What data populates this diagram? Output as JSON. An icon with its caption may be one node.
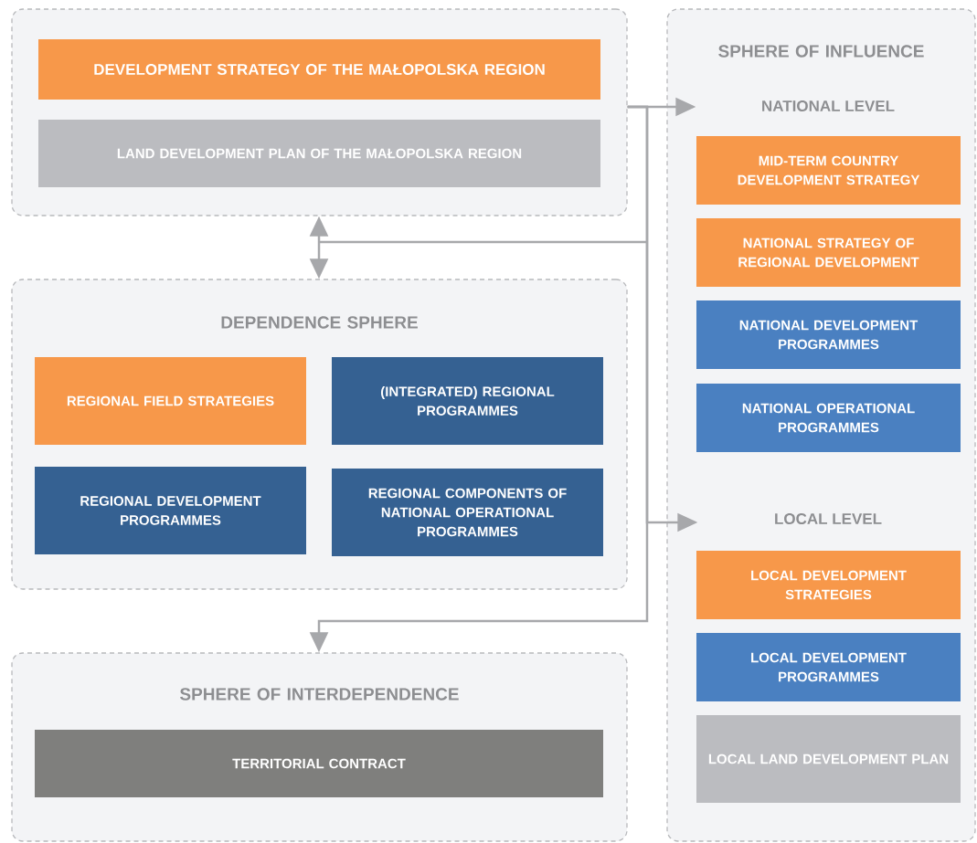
{
  "diagram": {
    "nodes": [
      {
        "text": [],
        "shape": "box"
      },
      {
        "text": [
          "DEVELOPMENT STRATEGY OF THE MAŁOPOLSKA REGION"
        ],
        "in": 0
      },
      {
        "text": [
          "LAND DEVELOPMENT PLAN OF THE MAŁOPOLSKA REGION"
        ],
        "in": 0
      },
      {
        "text": [
          "DEPENDENCE SPHERE"
        ]
      },
      {
        "text": [
          "REGIONAL FIELD STRATEGIES"
        ],
        "in": 3
      },
      {
        "text": [
          "(INTEGRATED) REGIONAL PROGRAMMES"
        ],
        "in": 3
      },
      {
        "text": [
          "REGIONAL DEVELOPMENT PROGRAMMES"
        ],
        "in": 3
      },
      {
        "text": [
          "REGIONAL COMPONENTS OF NATIONAL OPERATIONAL PROGRAMMES"
        ],
        "in": 3
      },
      {
        "text": [
          "SPHERE OF INTERDEPENDENCE"
        ]
      },
      {
        "text": [
          "TERRITORIAL CONTRACT"
        ],
        "in": 8
      },
      {
        "text": [
          "SPHERE OF INFLUENCE"
        ]
      },
      {
        "text": [
          "MID-TERM COUNTRY DEVELOPMENT STRATEGY"
        ],
        "in": 10
      },
      {
        "text": [
          "NATIONAL STRATEGY OF REGIONAL DEVELOPMENT"
        ],
        "in": 10
      },
      {
        "text": [
          "NATIONAL DEVELOPMENT PROGRAMMES"
        ],
        "in": 10
      },
      {
        "text": [
          "NATIONAL OPERATIONAL PROGRAMMES"
        ],
        "in": 10
      },
      {
        "text": [
          "LOCAL DEVELOPMENT STRATEGIES"
        ],
        "in": 10
      },
      {
        "text": [
          "LOCAL DEVELOPMENT PROGRAMMES"
        ],
        "in": 10
      },
      {
        "text": [
          "LOCAL LAND DEVELOPMENT PLAN"
        ],
        "in": 10
      }
    ],
    "edges": [
      {
        "from": 0,
        "to": 10,
        "arrow": "to"
      },
      {
        "from": 0,
        "to": 3,
        "arrow": "both"
      },
      {
        "from": 0,
        "to": 10,
        "arrow": "to"
      },
      {
        "from": 0,
        "to": 8,
        "arrow": "to"
      }
    ],
    "labels": [
      "NATIONAL LEVEL",
      "LOCAL LEVEL"
    ]
  }
}
